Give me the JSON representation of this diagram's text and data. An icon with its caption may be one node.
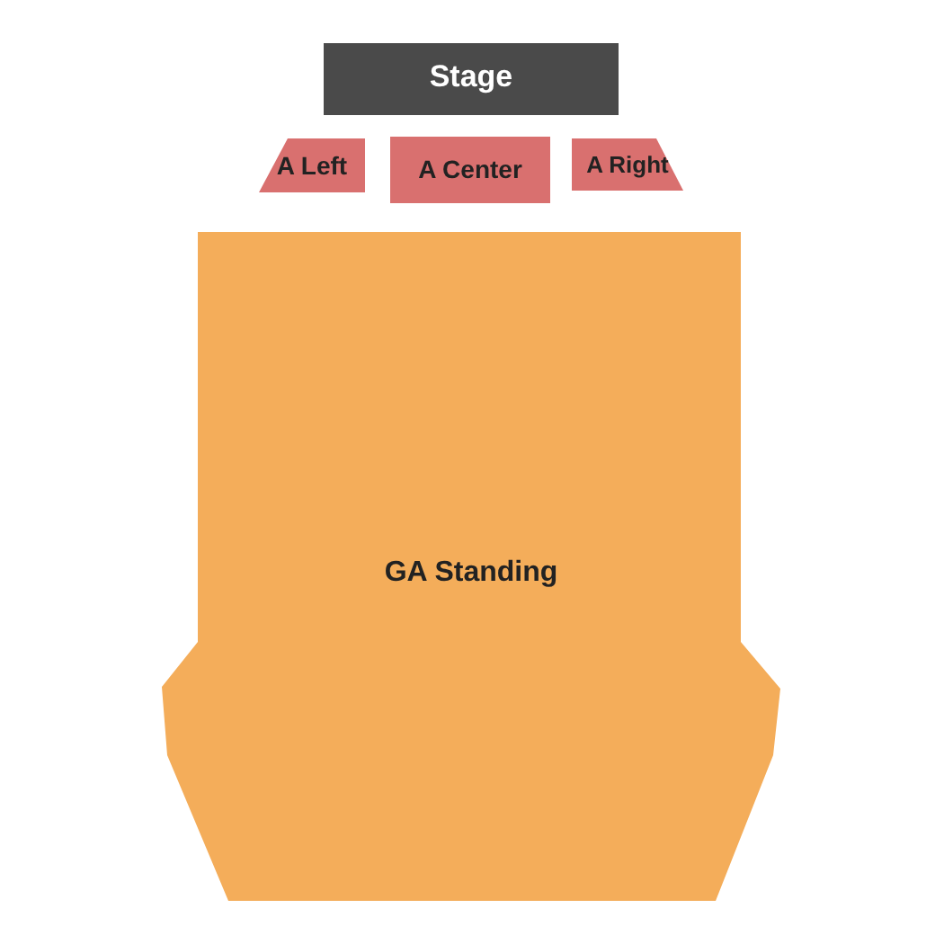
{
  "diagram": {
    "nodes": [
      {
        "text": [
          "Stage"
        ]
      },
      {
        "text": [
          "A Left"
        ]
      },
      {
        "text": [
          "A Center"
        ]
      },
      {
        "text": [
          "A Right"
        ]
      },
      {
        "text": [
          "GA Standing"
        ]
      }
    ]
  }
}
